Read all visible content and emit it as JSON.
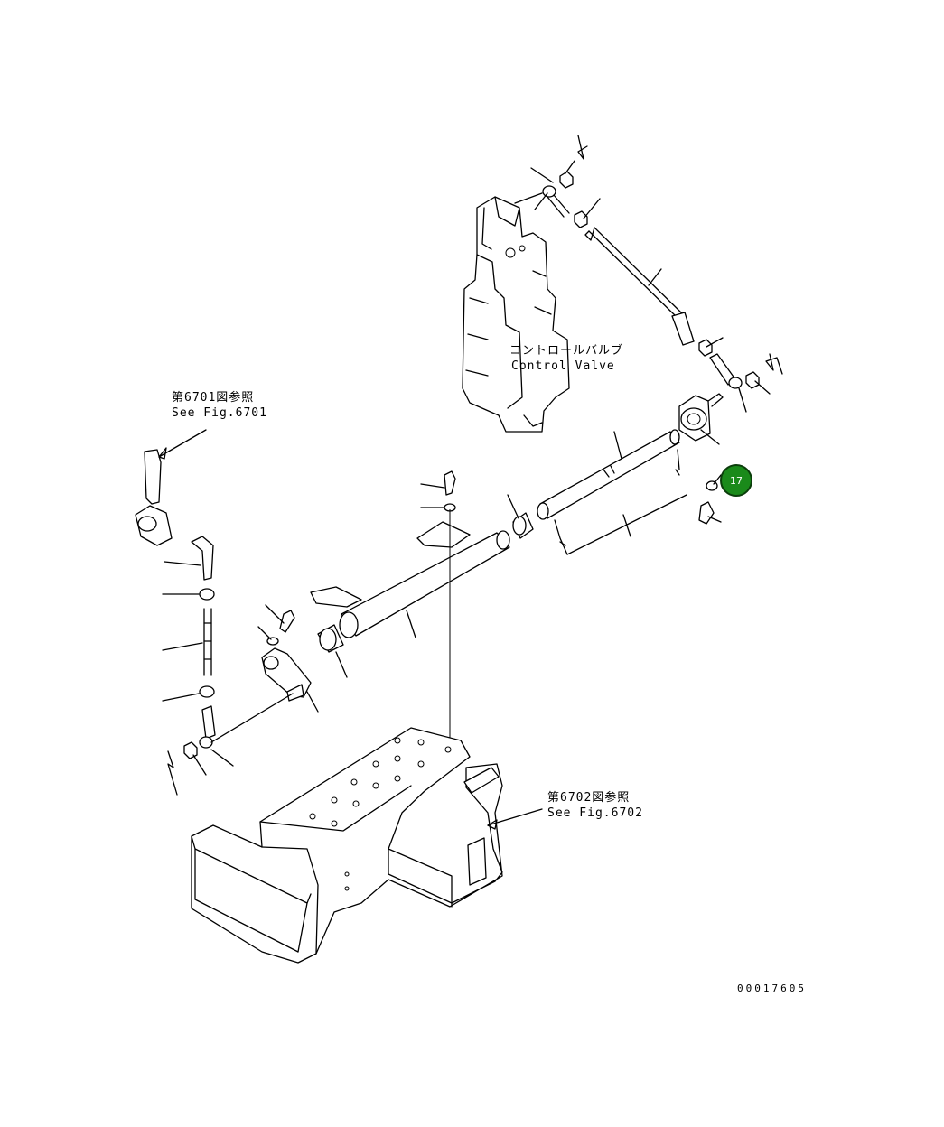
{
  "labels": {
    "control_valve_jp": "コントロールバルブ",
    "control_valve_en": "Control Valve",
    "ref_6701_jp": "第6701図参照",
    "ref_6701_en": "See Fig.6701",
    "ref_6702_jp": "第6702図参照",
    "ref_6702_en": "See Fig.6702",
    "drawing_number": "00017605"
  },
  "callouts": [
    {
      "number": "17",
      "color": "#1a8a1a"
    }
  ]
}
